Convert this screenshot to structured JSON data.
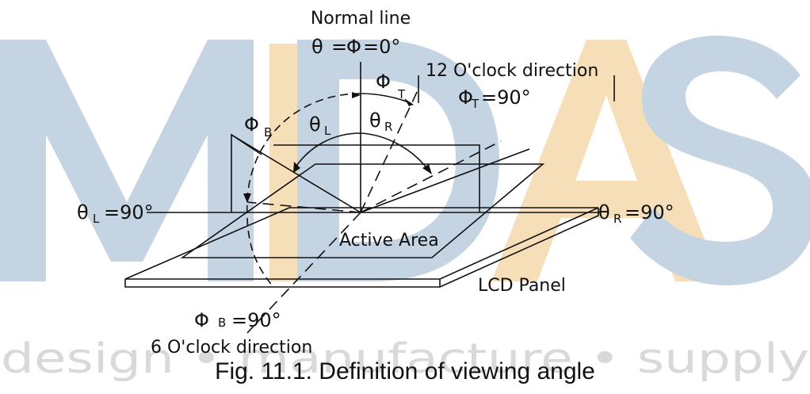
{
  "watermark": {
    "letters": [
      "M",
      "I",
      "D",
      "A",
      "S"
    ],
    "tagline": "design • manufacture • supply",
    "colors": {
      "blue": "#c5d4e2",
      "orange": "#f6dfb8",
      "gray": "#d9d9d9"
    }
  },
  "labels": {
    "normal_line": "Normal line",
    "normal_eq_theta": "θ",
    "normal_eq_phi": "Φ",
    "normal_eq_value": "=0°",
    "twelve_oclock": "12 O'clock direction",
    "phi_t_symbol": "Φ",
    "phi_t_sub": "T",
    "phi_t_value": "=90°",
    "phi_b_symbol": "Φ",
    "phi_b_sub": "B",
    "phi_b_value": "=90°",
    "six_oclock": "6 O'clock direction",
    "theta_l_symbol": "θ",
    "theta_l_sub": "L",
    "theta_l_value": "=90°",
    "theta_r_symbol": "θ",
    "theta_r_sub": "R",
    "theta_r_value": "=90°",
    "arc_phi_b_sub": "B",
    "arc_theta_l_sub": "L",
    "arc_theta_r_sub": "R",
    "arc_phi_t_sub": "T",
    "active_area": "Active Area",
    "lcd_panel": "LCD Panel"
  },
  "caption": "Fig. 11.1. Definition of viewing angle"
}
